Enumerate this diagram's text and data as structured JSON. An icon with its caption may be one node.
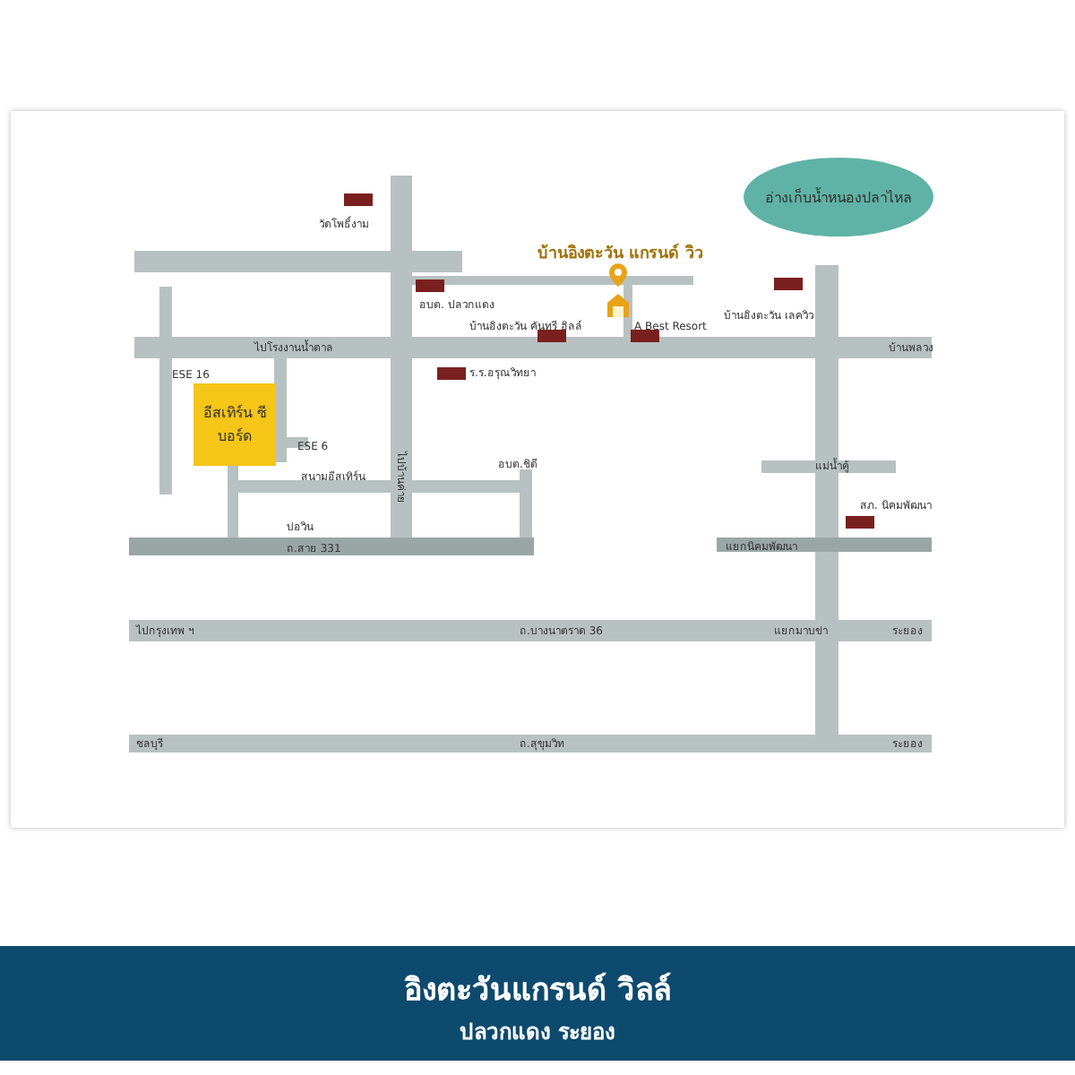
{
  "diagram": {
    "title": "อิงตะวันแกรนด์ วิลล์",
    "nodes": [
      {
        "text": [
          "อ่างเก็บน้ำหนองปลาไหล"
        ]
      },
      {
        "text": [
          "อีสเทิร์น ซีบอร์ด"
        ]
      }
    ],
    "labels": [
      "วัดโพธิ์งาม",
      "อบต. ปลวกแดง",
      "บ้านอิงตะวัน แกรนด์ วิว",
      "บ้านอิงตะวัน คันทรี ฮิลล์",
      "A Best Resort",
      "ร.ร.อรุณวิทยา",
      "ไปโรงงานน้ำตาล",
      "บ้านอิงตะวัน เลควิว",
      "บ้านพลวง",
      "ESE 16",
      "ESE 6",
      "สนามอีสเทิร์น",
      "ไปบ้านค่าย",
      "อบต.ชิดี",
      "บ่อวิน",
      "ถ.สาย 331",
      "แม่น้ำคู้",
      "สภ. นิคมพัฒนา",
      "แยกนิคมพัฒนา",
      "ไปกรุงเทพ ฯ",
      "ถ.บางนาตราด 36",
      "แยกมาบข่า",
      "ระยอง",
      "ชลบุรี",
      "ถ.สุขุมวิท",
      "ระยอง",
      "ปลวกแดง ระยอง"
    ]
  }
}
